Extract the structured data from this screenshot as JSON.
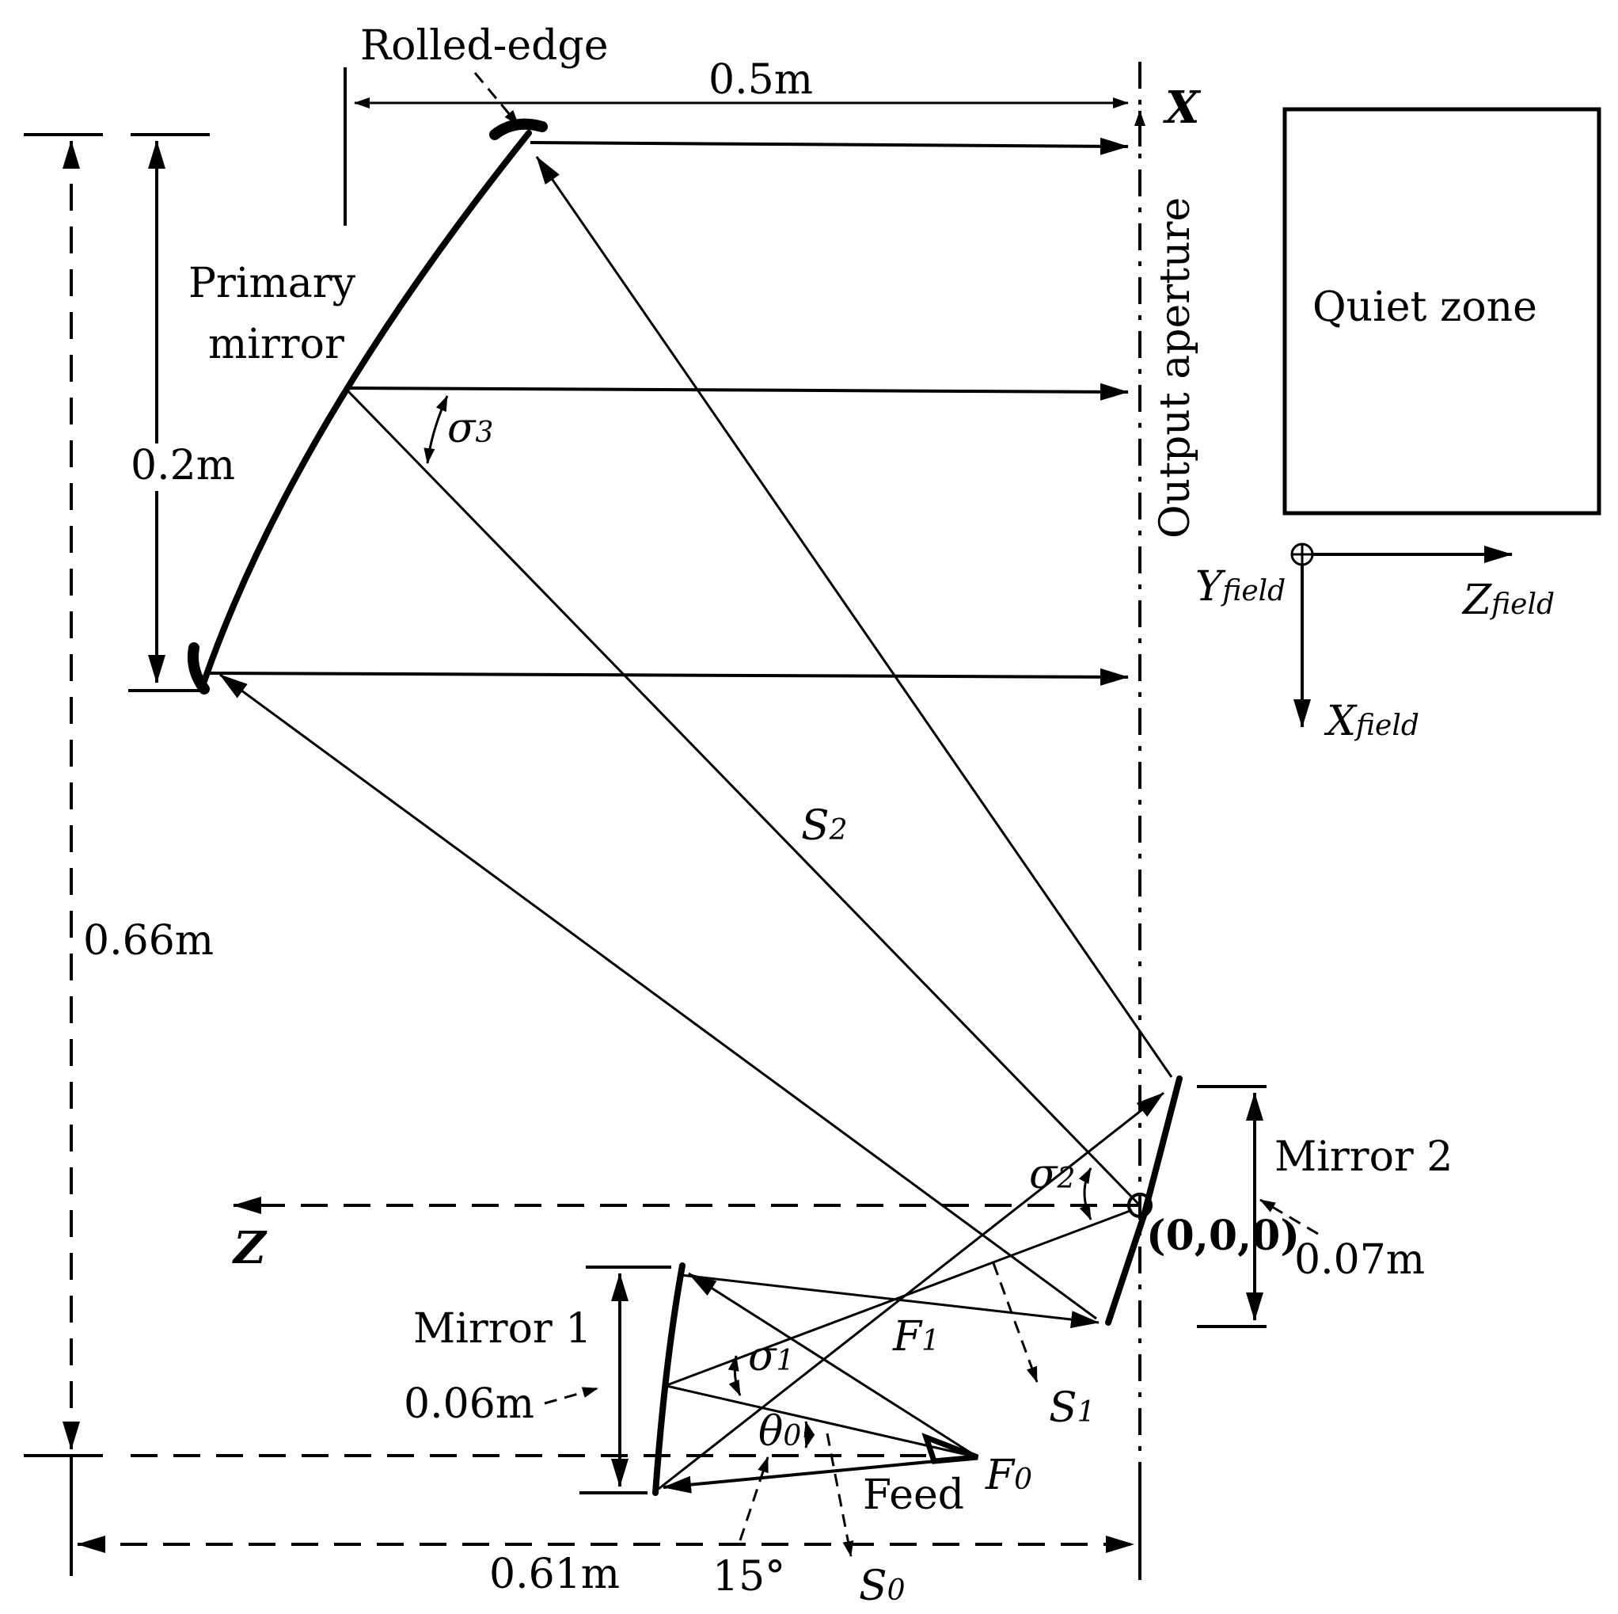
{
  "labels": {
    "rolled_edge": "Rolled-edge",
    "dim_0_5m": "0.5m",
    "axis_x": "X",
    "output_aperture": "Output aperture",
    "quiet_zone": "Quiet zone",
    "primary_mirror_line1": "Primary",
    "primary_mirror_line2": "mirror",
    "dim_0_2m": "0.2m",
    "sigma3": "σ",
    "sigma3_sub": "3",
    "y_field": "Y",
    "y_field_sub": "field",
    "z_field": "Z",
    "z_field_sub": "field",
    "x_field": "X",
    "x_field_sub": "field",
    "s2": "S",
    "s2_sub": "2",
    "dim_0_66m": "0.66m",
    "mirror_2": "Mirror 2",
    "sigma2": "σ",
    "sigma2_sub": "2",
    "origin": "(0,0,0)",
    "dim_0_07m": "0.07m",
    "axis_z": "Z",
    "mirror_1": "Mirror 1",
    "f1": "F",
    "f1_sub": "1",
    "sigma1": "σ",
    "sigma1_sub": "1",
    "dim_0_06m": "0.06m",
    "s1": "S",
    "s1_sub": "1",
    "theta0": "θ",
    "theta0_sub": "0",
    "f0": "F",
    "f0_sub": "0",
    "feed": "Feed",
    "dim_0_61m": "0.61m",
    "angle_15": "15°",
    "s0": "S",
    "s0_sub": "0"
  }
}
